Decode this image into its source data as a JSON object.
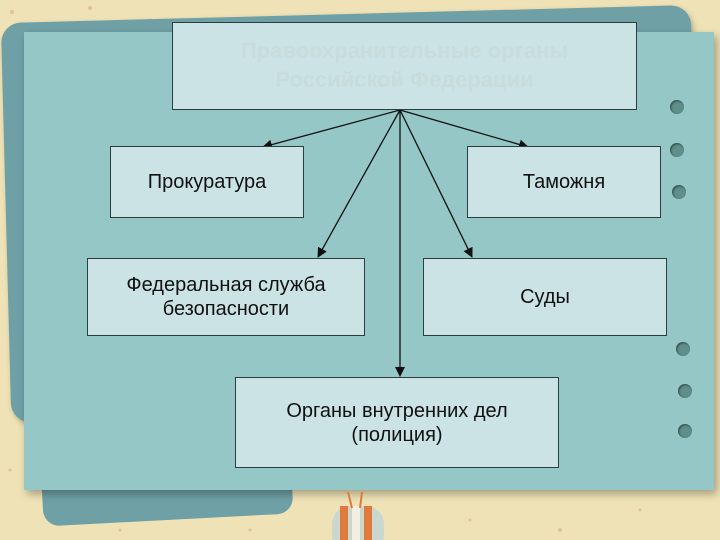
{
  "diagram": {
    "root": "Правоохранительные органы\nРоссийской Федерации",
    "nodes": {
      "prosecutor": "Прокуратура",
      "customs": "Таможня",
      "fsb": "Федеральная служба\nбезопасности",
      "courts": "Суды",
      "police": "Органы внутренних дел\n(полиция)"
    }
  }
}
